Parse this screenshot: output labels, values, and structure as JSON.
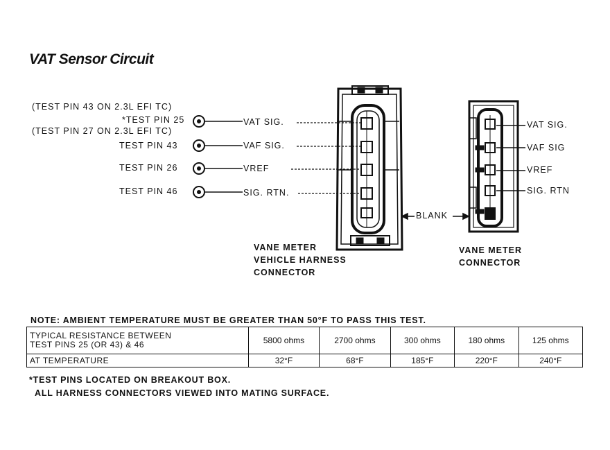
{
  "title": "VAT Sensor Circuit",
  "test_pins": {
    "note_pin43": "(TEST PIN 43 ON 2.3L EFI TC)",
    "pin25": "*TEST PIN 25",
    "note_pin27": "(TEST PIN 27 ON 2.3L EFI TC)",
    "pin43": "TEST PIN 43",
    "pin26": "TEST PIN 26",
    "pin46": "TEST PIN 46"
  },
  "harness_signals": [
    "VAT SIG.",
    "VAF SIG.",
    "VREF",
    "SIG. RTN."
  ],
  "meter_signals": [
    "VAT SIG.",
    "VAF SIG",
    "VREF",
    "SIG. RTN"
  ],
  "blank_label": "BLANK",
  "harness_caption": [
    "VANE METER",
    "VEHICLE HARNESS",
    "CONNECTOR"
  ],
  "meter_caption": [
    "VANE METER",
    "CONNECTOR"
  ],
  "note": "NOTE: AMBIENT TEMPERATURE MUST BE GREATER THAN 50°F TO PASS THIS TEST.",
  "table": {
    "row1_header": [
      "TYPICAL RESISTANCE BETWEEN",
      "TEST PINS 25 (OR 43) & 46"
    ],
    "resistances": [
      "5800 ohms",
      "2700 ohms",
      "300 ohms",
      "180 ohms",
      "125 ohms"
    ],
    "row2_header": "AT TEMPERATURE",
    "temperatures": [
      "32°F",
      "68°F",
      "185°F",
      "220°F",
      "240°F"
    ]
  },
  "footnotes": [
    "*TEST PINS LOCATED ON BREAKOUT BOX.",
    "ALL HARNESS CONNECTORS VIEWED INTO MATING SURFACE."
  ]
}
